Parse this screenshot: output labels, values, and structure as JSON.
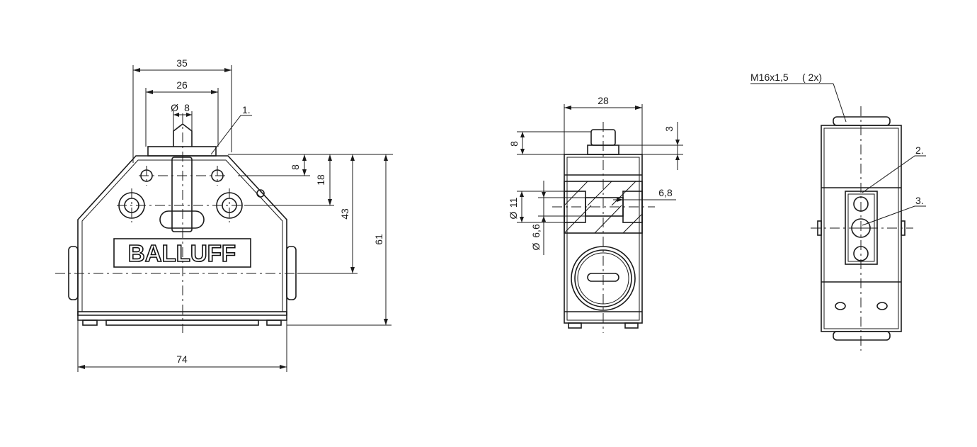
{
  "front_view": {
    "dim_width_top": "35",
    "dim_width_inner": "26",
    "dim_plunger_diameter": "8",
    "dim_total_width": "74",
    "dim_height_8": "8",
    "dim_height_18": "18",
    "dim_height_43": "43",
    "dim_height_61": "61",
    "callout_1": "1.",
    "logo": "BALLUFF"
  },
  "side_view": {
    "dim_width": "28",
    "dim_plunger_8": "8",
    "dim_plunger_3": "3",
    "dim_hole_11": "11",
    "dim_hole_6_6": "6,6",
    "dim_depth_6_8": "6,8"
  },
  "rear_view": {
    "thread_label": "M16x1,5",
    "thread_count": "( 2x)",
    "callout_2": "2.",
    "callout_3": "3."
  },
  "symbols": {
    "diameter": "Ø"
  }
}
